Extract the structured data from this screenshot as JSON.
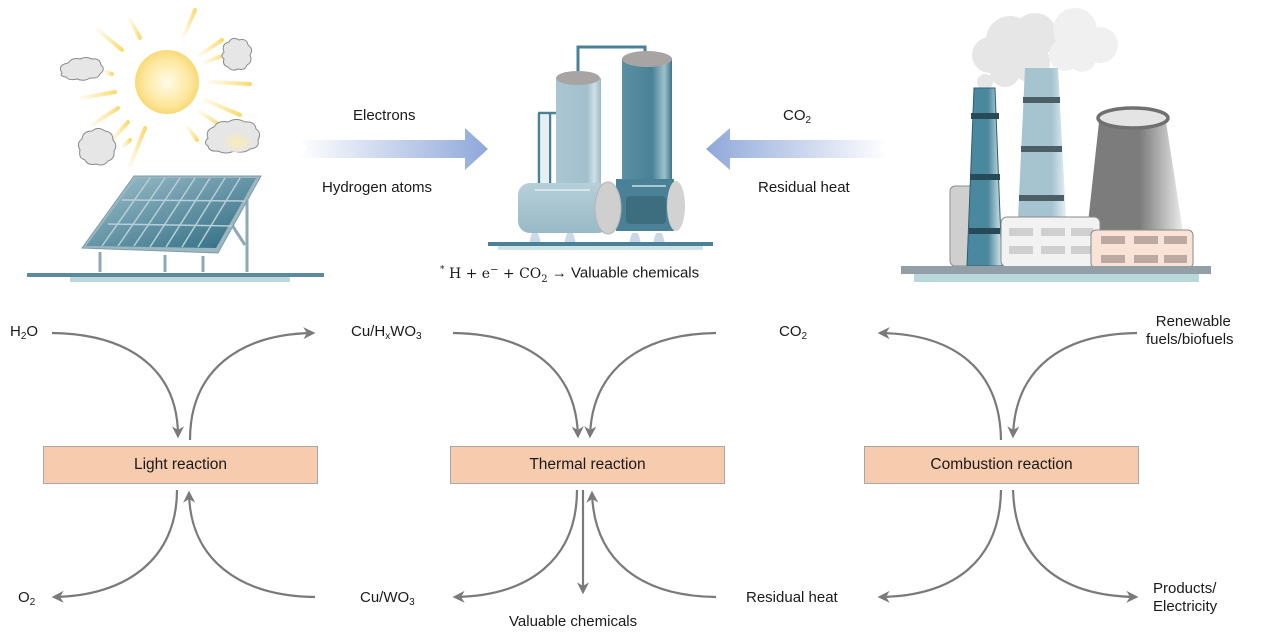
{
  "top_row": {
    "left_arrow": {
      "label_top": "Electrons",
      "label_bottom": "Hydrogen atoms",
      "direction": "right"
    },
    "right_arrow": {
      "label_top_main": "CO",
      "label_top_sub": "2",
      "label_bottom": "Residual heat",
      "direction": "left"
    },
    "equation": {
      "star": "*",
      "part1": "H + e",
      "minus_sup": "−",
      "part2": " + CO",
      "sub2": "2",
      "arrow": " → ",
      "product": "Valuable chemicals"
    },
    "illustrations": {
      "left": "solar-panel-with-sun-and-clouds",
      "center": "chemical-reactor-tanks",
      "right": "power-plant-with-smokestacks"
    }
  },
  "reactions": [
    {
      "name": "Light reaction",
      "inputs": [
        {
          "main": "H",
          "sub": "2",
          "tail": "O"
        },
        {
          "main": "Cu/WO",
          "sub": "3",
          "tail": ""
        }
      ],
      "outputs": [
        {
          "main": "Cu/H",
          "sub": "x",
          "tail": "WO",
          "sub2": "3"
        },
        {
          "main": "O",
          "sub": "2",
          "tail": ""
        }
      ]
    },
    {
      "name": "Thermal reaction",
      "inputs": [
        {
          "main": "Cu/H",
          "sub": "x",
          "tail": "WO",
          "sub2": "3"
        },
        {
          "main": "CO",
          "sub": "2",
          "tail": ""
        },
        {
          "main": "Residual heat"
        }
      ],
      "outputs": [
        {
          "main": "Cu/WO",
          "sub": "3",
          "tail": ""
        },
        {
          "main": "Valuable chemicals"
        }
      ]
    },
    {
      "name": "Combustion reaction",
      "inputs": [
        {
          "line1": "Renewable",
          "line2": "fuels/biofuels"
        }
      ],
      "outputs": [
        {
          "main": "CO",
          "sub": "2"
        },
        {
          "main": "Residual heat"
        },
        {
          "line1": "Products/",
          "line2": "Electricity"
        }
      ]
    }
  ],
  "colors": {
    "box_fill": "#f7cbad",
    "box_border": "#a8a8a8",
    "flow_arrow": "#7a7a7a",
    "big_arrow_head": "#8fa8da",
    "panel_blue": "#2f6f86",
    "sun": "#fde9a6"
  }
}
